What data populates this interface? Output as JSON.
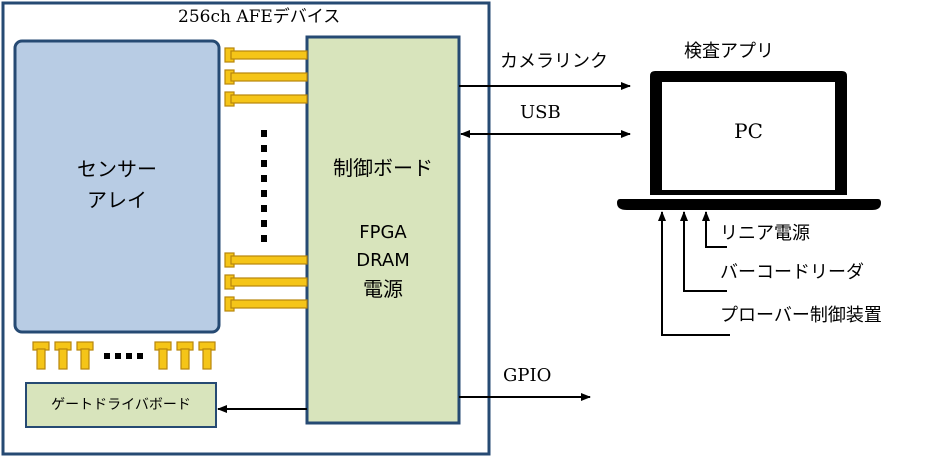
{
  "device": {
    "title": "256ch AFEデバイス"
  },
  "sensor_array": {
    "line1": "センサー",
    "line2": "アレイ"
  },
  "control_board": {
    "title": "制御ボード",
    "fpga": "FPGA",
    "dram": "DRAM",
    "power": "電源"
  },
  "gate_driver": {
    "label": "ゲートドライバボード"
  },
  "links": {
    "camera_link": "カメラリンク",
    "usb": "USB",
    "gpio": "GPIO"
  },
  "pc": {
    "app_label": "検査アプリ",
    "label": "PC"
  },
  "peripherals": {
    "linear_power": "リニア電源",
    "barcode_reader": "バーコードリーダ",
    "prober": "プローバー制御装置"
  },
  "colors": {
    "border": "#264a73",
    "sensor_fill": "#b8cce4",
    "board_fill": "#d8e4bc",
    "connector": "#f5c518",
    "connector_edge": "#b8860b"
  }
}
